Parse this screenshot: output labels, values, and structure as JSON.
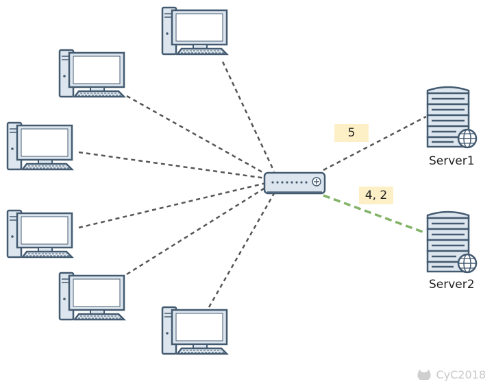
{
  "links": {
    "server1_label": "5",
    "server2_label": "4, 2"
  },
  "servers": {
    "server1": "Server1",
    "server2": "Server2"
  },
  "colors": {
    "stroke": "#435a70",
    "fill": "#dde6ee",
    "dashed_link": "#555555",
    "active_link": "#82b366",
    "badge": "#fdf0c7"
  },
  "watermark": "CyC2018"
}
